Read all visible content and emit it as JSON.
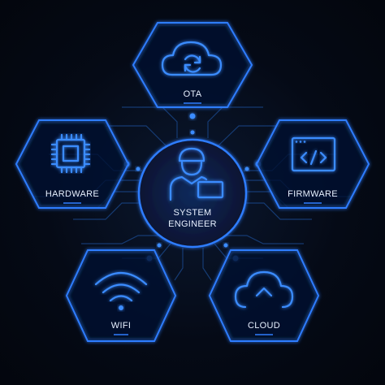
{
  "diagram": {
    "center": {
      "line1": "SYSTEM",
      "line2": "ENGINEER",
      "icon": "engineer-laptop-icon"
    },
    "nodes": [
      {
        "key": "ota",
        "label": "OTA",
        "icon": "sync-cloud-icon"
      },
      {
        "key": "hardware",
        "label": "HARDWARE",
        "icon": "chip-icon"
      },
      {
        "key": "firmware",
        "label": "FIRMWARE",
        "icon": "code-window-icon"
      },
      {
        "key": "wifi",
        "label": "WIFI",
        "icon": "wifi-icon"
      },
      {
        "key": "cloud",
        "label": "CLOUD",
        "icon": "cloud-upload-icon"
      }
    ]
  },
  "colors": {
    "accent": "#2f7dff",
    "glow": "#3b8cff",
    "background": "#050a16",
    "text": "#e8f0ff"
  }
}
